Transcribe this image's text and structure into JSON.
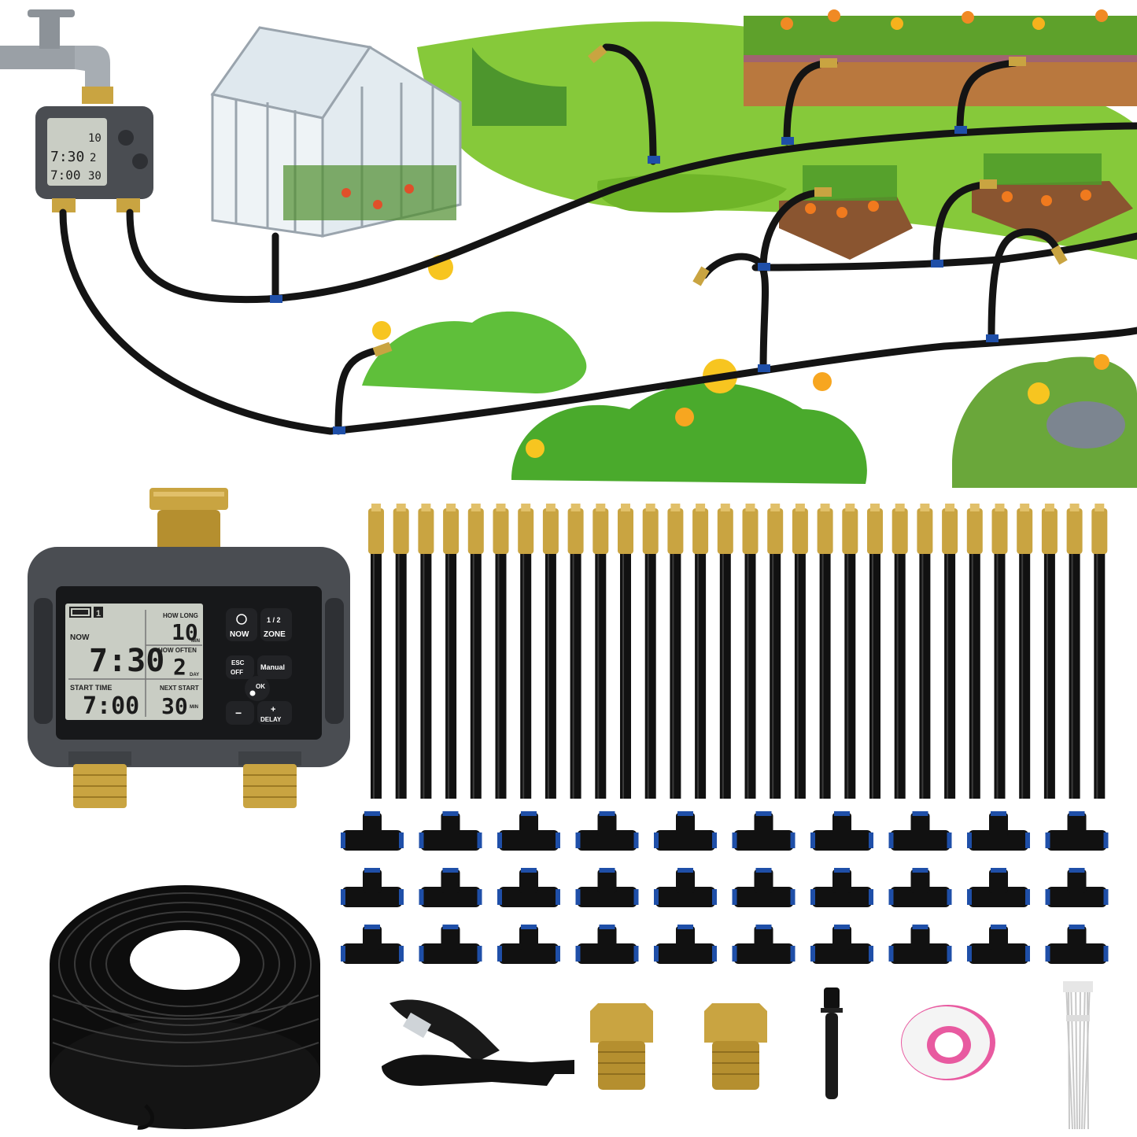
{
  "timer": {
    "battery_zone": "1",
    "now_label": "NOW",
    "now_time": "7:30",
    "how_long_label": "HOW LONG",
    "how_long_value": "10",
    "how_long_unit": "MIN",
    "how_often_label": "HOW OFTEN",
    "how_often_value": "2",
    "how_often_unit": "DAY",
    "start_time_label": "START TIME",
    "start_time_value": "7:00",
    "next_start_label": "NEXT START",
    "next_start_value": "30",
    "next_start_unit": "MIN",
    "buttons": {
      "now": "NOW",
      "zone_top": "1 / 2",
      "zone": "ZONE",
      "esc_top": "ESC",
      "esc_bottom": "OFF",
      "manual": "Manual",
      "ok": "OK",
      "minus": "−",
      "plus": "+",
      "delay": "DELAY"
    }
  },
  "mini_timer": {
    "now_time": "7:30",
    "start_time": "7:00",
    "how_long": "10",
    "how_often": "2",
    "next_start": "30"
  },
  "parts": {
    "nozzle_tubes_count": 30,
    "tee_connectors_count": 30,
    "items": [
      "tubing-coil",
      "tube-cutter",
      "brass-adapter",
      "brass-adapter",
      "end-plug",
      "ptfe-tape",
      "cable-ties"
    ]
  },
  "colors": {
    "timer_body": "#4a4d52",
    "lcd": "#c9cdc4",
    "brass": "#c9a441",
    "tube": "#111111",
    "grass": "#7cc52a",
    "connector_blue": "#1f4fa8"
  }
}
